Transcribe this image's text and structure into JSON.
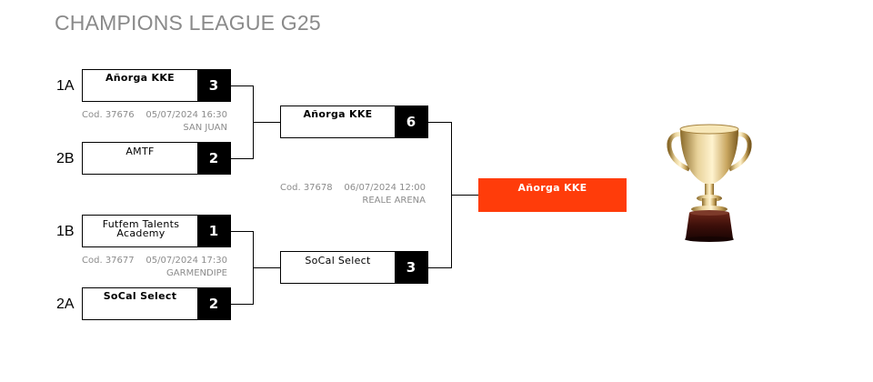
{
  "title": "CHAMPIONS LEAGUE G25",
  "semifinals": [
    {
      "top": {
        "seed": "1A",
        "team": "Añorga KKE",
        "score": "3"
      },
      "bottom": {
        "seed": "2B",
        "team": "AMTF",
        "score": "2"
      },
      "code": "Cod. 37676",
      "datetime": "05/07/2024 16:30",
      "venue": "SAN JUAN"
    },
    {
      "top": {
        "seed": "1B",
        "team": "Futfem Talents Academy",
        "score": "1"
      },
      "bottom": {
        "seed": "2A",
        "team": "SoCal Select",
        "score": "2"
      },
      "code": "Cod. 37677",
      "datetime": "05/07/2024 17:30",
      "venue": "GARMENDIPE"
    }
  ],
  "final": {
    "top": {
      "team": "Añorga KKE",
      "score": "6"
    },
    "bottom": {
      "team": "SoCal Select",
      "score": "3"
    },
    "code": "Cod. 37678",
    "datetime": "06/07/2024 12:00",
    "venue": "REALE ARENA"
  },
  "champion": {
    "team": "Añorga KKE",
    "color": "#ff3c0a"
  },
  "icons": {
    "trophy": "trophy-icon"
  }
}
